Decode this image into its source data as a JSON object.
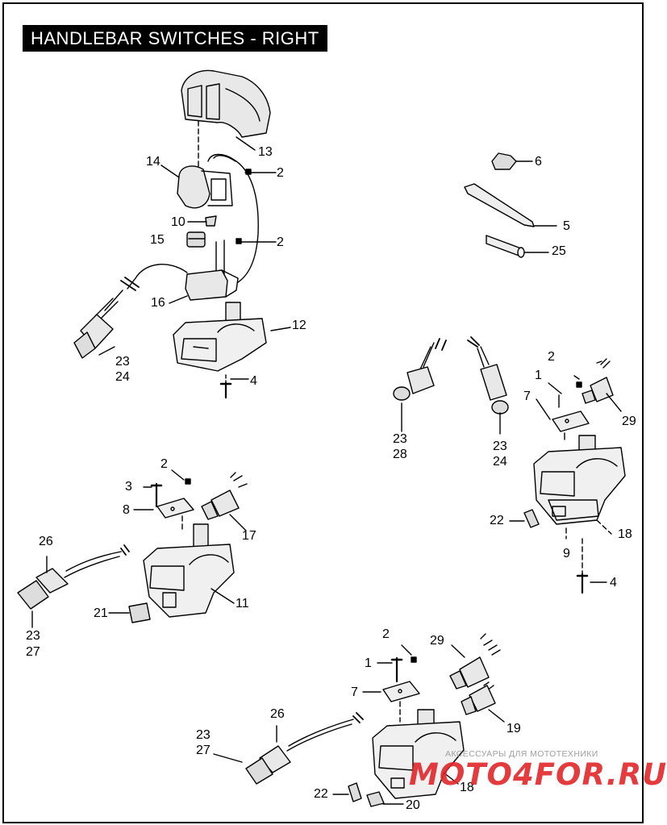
{
  "title": "HANDLEBAR SWITCHES - RIGHT",
  "callouts": {
    "a2": "2",
    "a4": "4",
    "a5": "5",
    "a6": "6",
    "a10": "10",
    "a12": "12",
    "a13": "13",
    "a14": "14",
    "a15": "15",
    "a16": "16",
    "a23": "23",
    "a24": "24",
    "a25": "25",
    "a2b": "2",
    "b1": "1",
    "b2": "2",
    "b4": "4",
    "b7": "7",
    "b9": "9",
    "b18": "18",
    "b22": "22",
    "b23": "23",
    "b28": "28",
    "b23b": "23",
    "b24": "24",
    "b29": "29",
    "c2": "2",
    "c3": "3",
    "c8": "8",
    "c11": "11",
    "c17": "17",
    "c21": "21",
    "c23": "23",
    "c26": "26",
    "c27": "27",
    "d1": "1",
    "d2": "2",
    "d7": "7",
    "d18": "18",
    "d19": "19",
    "d20": "20",
    "d22": "22",
    "d23": "23",
    "d26": "26",
    "d27": "27",
    "d29": "29"
  },
  "watermark": {
    "text": "АКСЕССУАРЫ ДЛЯ МОТОТЕХНИКИ",
    "logo": "MOTO4FOR.RU"
  }
}
